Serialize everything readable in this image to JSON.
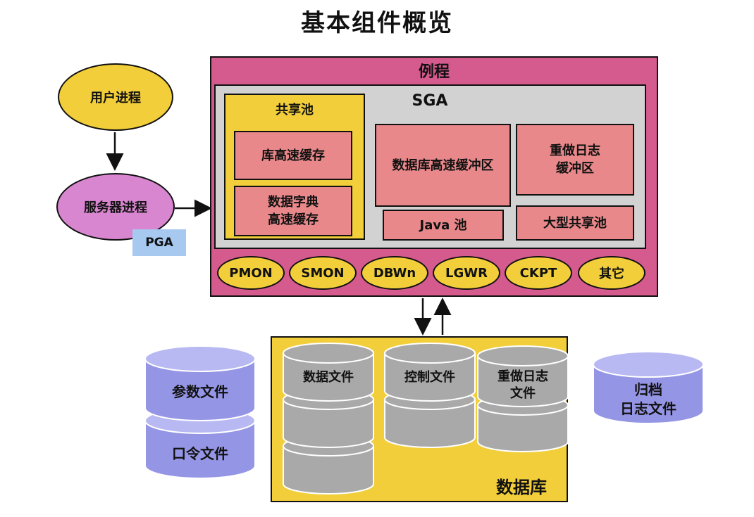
{
  "title": "基本组件概览",
  "user_process": "用户进程",
  "server_process": "服务器进程",
  "pga": "PGA",
  "instance": {
    "label": "例程",
    "sga": {
      "label": "SGA",
      "shared_pool": {
        "label": "共享池",
        "library_cache": "库高速缓存",
        "dictionary_cache_line1": "数据字典",
        "dictionary_cache_line2": "高速缓存"
      },
      "db_buffer_cache": "数据库高速缓冲区",
      "redo_log_buffer_line1": "重做日志",
      "redo_log_buffer_line2": "缓冲区",
      "java_pool": "Java 池",
      "large_pool": "大型共享池"
    },
    "processes": [
      "PMON",
      "SMON",
      "DBWn",
      "LGWR",
      "CKPT",
      "其它"
    ]
  },
  "database": {
    "label": "数据库",
    "data_files": "数据文件",
    "control_files": "控制文件",
    "redo_log_files_line1": "重做日志",
    "redo_log_files_line2": "文件"
  },
  "parameter_file": "参数文件",
  "password_file": "口令文件",
  "archived_log_files_line1": "归档",
  "archived_log_files_line2": "日志文件",
  "colors": {
    "instance": "#d55a8e",
    "sga": "#d2d2d2",
    "shared_pool": "#f2ce3a",
    "memory_box": "#e8888a",
    "process": "#f2ce3a",
    "database": "#f2ce3a",
    "cylinder_gray": "#a9a9a9",
    "cylinder_purple": "#9595e6",
    "user_process": "#f2ce3a",
    "server_process": "#d886d0",
    "pga": "#a7c8ef"
  }
}
